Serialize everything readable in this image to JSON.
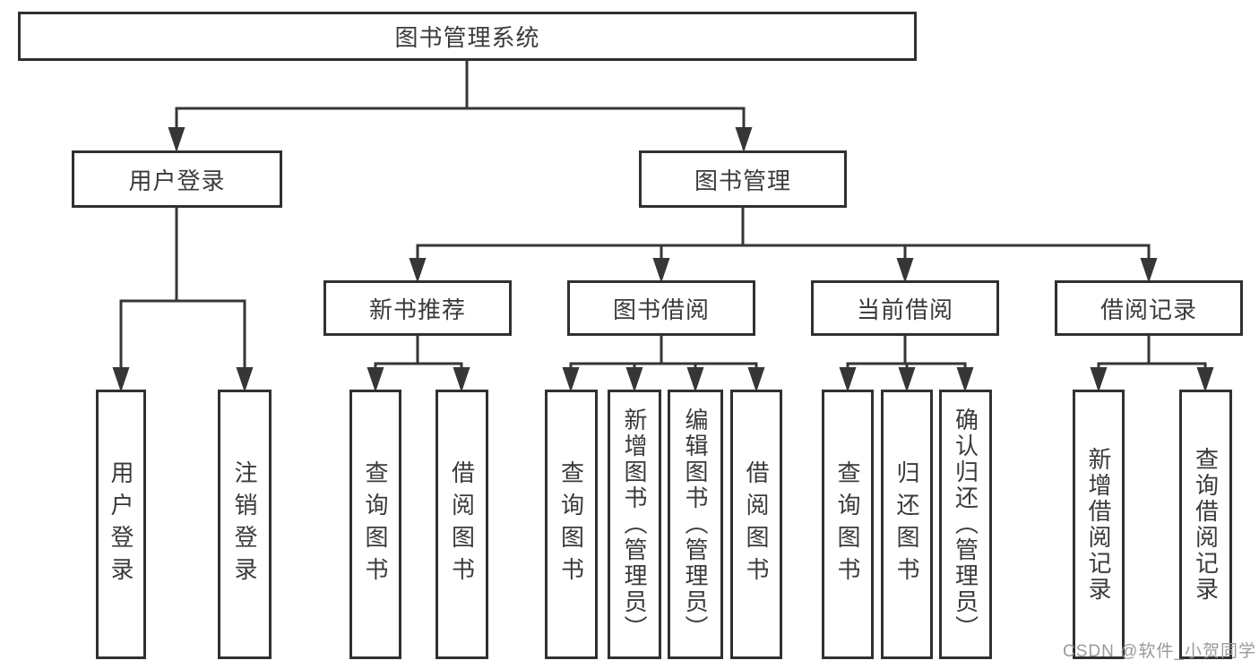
{
  "diagram": {
    "title": "图书管理系统",
    "root": {
      "label": "图书管理系统"
    },
    "level2": [
      {
        "id": "user-login",
        "label": "用户登录"
      },
      {
        "id": "book-management",
        "label": "图书管理"
      }
    ],
    "level3": [
      {
        "id": "new-book-recommend",
        "label": "新书推荐"
      },
      {
        "id": "book-borrow",
        "label": "图书借阅"
      },
      {
        "id": "current-borrow",
        "label": "当前借阅"
      },
      {
        "id": "borrow-records",
        "label": "借阅记录"
      }
    ],
    "leaves": {
      "user_login": [
        {
          "label": "用户登录"
        },
        {
          "label": "注销登录"
        }
      ],
      "new_book": [
        {
          "label": "查询图书"
        },
        {
          "label": "借阅图书"
        }
      ],
      "book_borrow": [
        {
          "label": "查询图书"
        },
        {
          "label": "新增图书（管理员）"
        },
        {
          "label": "编辑图书（管理员）"
        },
        {
          "label": "借阅图书"
        }
      ],
      "current_borrow": [
        {
          "label": "查询图书"
        },
        {
          "label": "归还图书"
        },
        {
          "label": "确认归还（管理员）"
        }
      ],
      "records": [
        {
          "label": "新增借阅记录"
        },
        {
          "label": "查询借阅记录"
        }
      ]
    }
  },
  "watermark": {
    "text": "CSDN @软件_小贺同学"
  },
  "colors": {
    "background": "#ffffff",
    "line": "#363636",
    "box_border": "#303030",
    "box_fill": "#ffffff",
    "text": "#3a3a3a",
    "watermark_text": "#9a9a9a"
  }
}
